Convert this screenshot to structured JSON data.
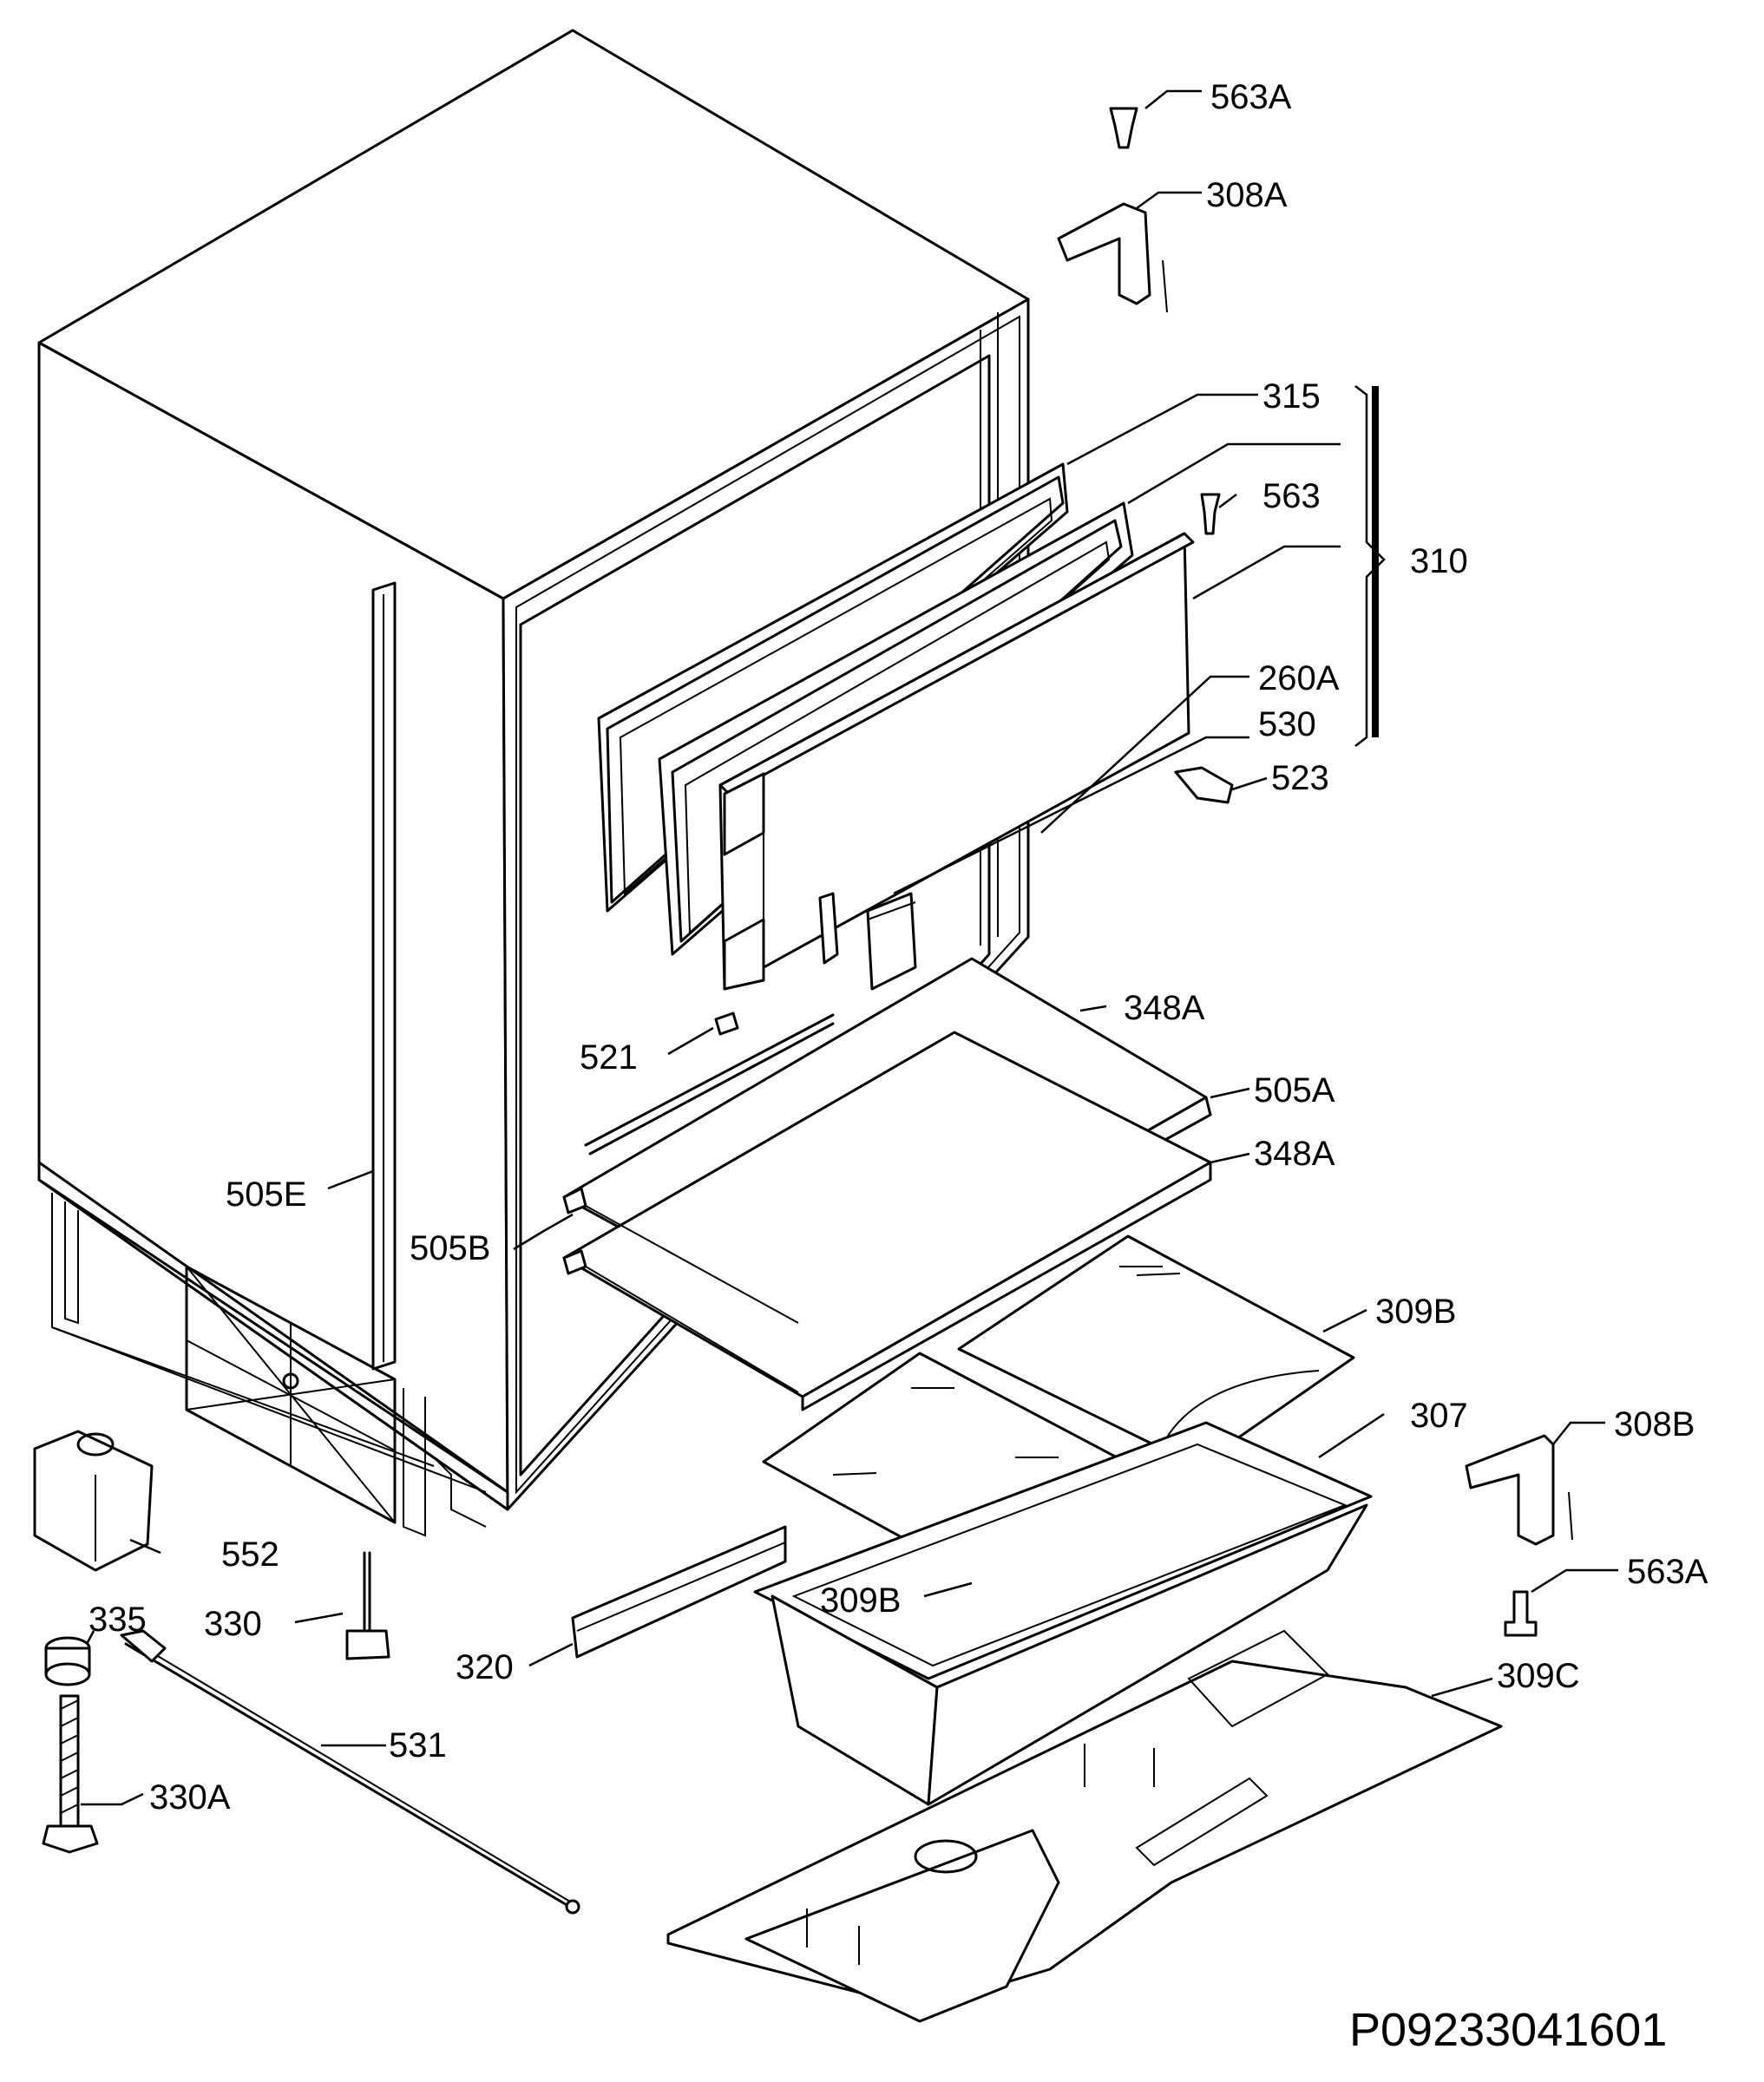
{
  "drawing": {
    "code": "P09233041601",
    "labels": {
      "l563A_top": "563A",
      "l308A": "308A",
      "l315": "315",
      "l563": "563",
      "l310": "310",
      "l260A": "260A",
      "l530": "530",
      "l523": "523",
      "l348A_1": "348A",
      "l521": "521",
      "l505A": "505A",
      "l348A_2": "348A",
      "l505E": "505E",
      "l505B": "505B",
      "l309B_1": "309B",
      "l307": "307",
      "l308B": "308B",
      "l552": "552",
      "l330": "330",
      "l335": "335",
      "l309B_2": "309B",
      "l563A_bot": "563A",
      "l320": "320",
      "l309C": "309C",
      "l531": "531",
      "l330A": "330A"
    }
  }
}
